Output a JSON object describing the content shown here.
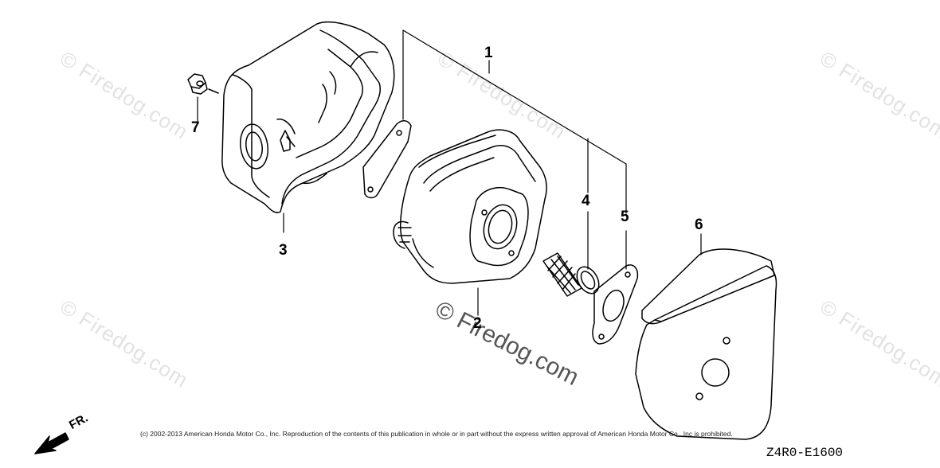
{
  "callouts": {
    "c1": "1",
    "c2": "2",
    "c3": "3",
    "c4": "4",
    "c5": "5",
    "c6": "6",
    "c7": "7"
  },
  "watermark": "© Firedog.com",
  "watermark_center": "© Firedog.com",
  "direction_label": "FR.",
  "copyright": "(c) 2002-2013 American Honda Motor Co., Inc. Reproduction of the contents of this publication in whole or in part without the express written approval of American Honda Motor Co., Inc is prohibited.",
  "diagram_code": "Z4R0-E1600"
}
